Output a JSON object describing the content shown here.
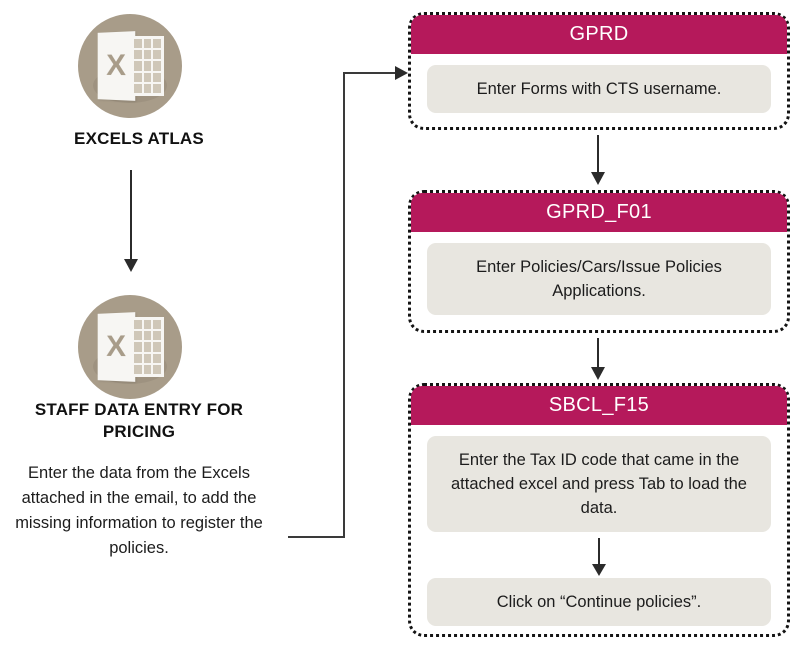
{
  "diagram": {
    "left_column": {
      "nodes": [
        {
          "icon": "excel-file-icon",
          "icon_letter": "X",
          "heading": "EXCELS ATLAS",
          "body": ""
        },
        {
          "icon": "excel-file-icon",
          "icon_letter": "X",
          "heading": "STAFF DATA ENTRY FOR PRICING",
          "body": "Enter the data from the Excels attached in the email, to add the missing information to register the policies."
        }
      ]
    },
    "right_column": {
      "cards": [
        {
          "title": "GPRD",
          "steps": [
            "Enter Forms with CTS username."
          ]
        },
        {
          "title": "GPRD_F01",
          "steps": [
            "Enter Policies/Cars/Issue Policies Applications."
          ]
        },
        {
          "title": "SBCL_F15",
          "steps": [
            "Enter the Tax ID code that came in the attached excel and press Tab to load the data.",
            "Click on “Continue policies”."
          ]
        }
      ]
    },
    "colors": {
      "header_crimson": "#b5195b",
      "panel_grey": "#e8e6e0",
      "icon_tan": "#a89c89",
      "arrow_black": "#2b2b2b",
      "background": "#ffffff"
    }
  }
}
